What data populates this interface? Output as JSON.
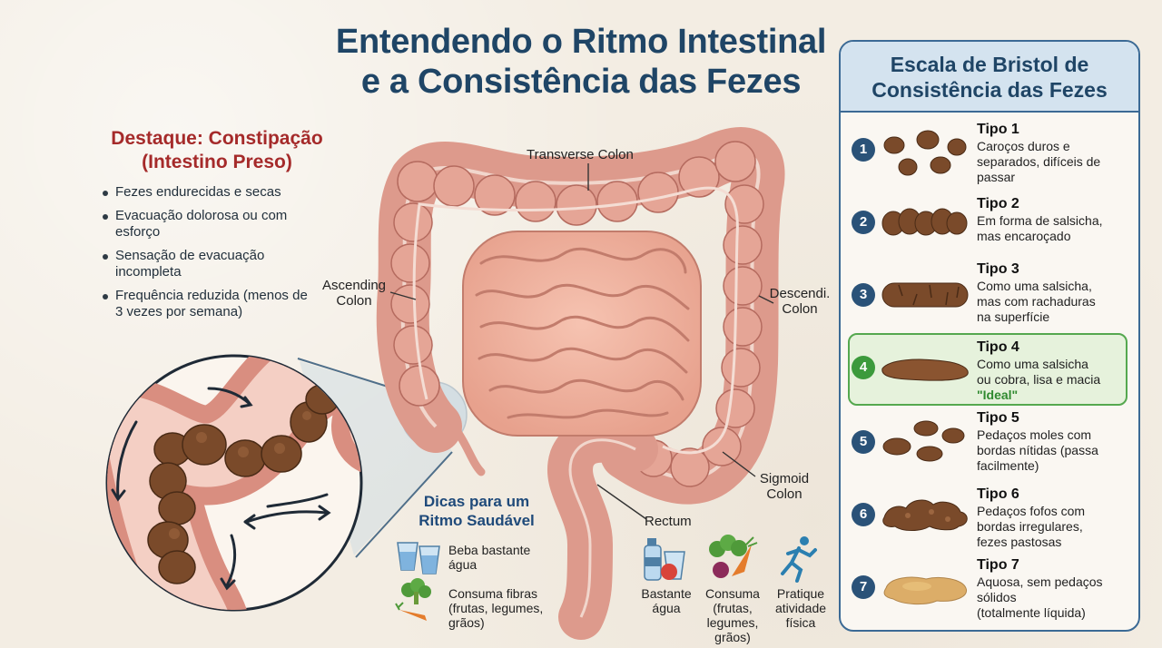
{
  "title": {
    "line1": "Entendendo o Ritmo Intestinal",
    "line2": "e a Consistência das Fezes"
  },
  "highlight": {
    "title_line1": "Destaque: Constipação",
    "title_line2": "(Intestino Preso)",
    "bullets": [
      "Fezes endurecidas e secas",
      "Evacuação dolorosa ou com esforço",
      "Sensação de evacuação incompleta",
      "Frequência reduzida (menos de 3 vezes por semana)"
    ]
  },
  "anatomy": {
    "transverse": "Transverse Colon",
    "ascending_1": "Ascending",
    "ascending_2": "Colon",
    "descending_1": "Descendi.",
    "descending_2": "Colon",
    "sigmoid_1": "Sigmoid",
    "sigmoid_2": "Colon",
    "rectum": "Rectum"
  },
  "tips": {
    "title_line1": "Dicas para um",
    "title_line2": "Ritmo Saudável",
    "left": [
      {
        "line1": "Beba bastante",
        "line2": "água",
        "line3": ""
      },
      {
        "line1": "Consuma fibras",
        "line2": "(frutas, legumes,",
        "line3": "grãos)"
      }
    ],
    "row": [
      {
        "line1": "Bastante",
        "line2": "água",
        "line3": "",
        "line4": ""
      },
      {
        "line1": "Consuma",
        "line2": "(frutas,",
        "line3": "legumes,",
        "line4": "grãos)"
      },
      {
        "line1": "Pratique",
        "line2": "atividade",
        "line3": "física",
        "line4": ""
      }
    ]
  },
  "bristol": {
    "title_line1": "Escala de Bristol de",
    "title_line2": "Consistência das Fezes",
    "types": [
      {
        "num": "1",
        "name": "Tipo 1",
        "l1": "Caroços duros e",
        "l2": "separados, difíceis de",
        "l3": "passar"
      },
      {
        "num": "2",
        "name": "Tipo 2",
        "l1": "Em forma de salsicha,",
        "l2": "mas encaroçado",
        "l3": ""
      },
      {
        "num": "3",
        "name": "Tipo 3",
        "l1": "Como uma salsicha,",
        "l2": "mas com rachaduras",
        "l3": "na superfície"
      },
      {
        "num": "4",
        "name": "Tipo 4",
        "l1": "Como uma salsicha",
        "l2": "ou cobra, lisa e macia",
        "l3": "\"Ideal\""
      },
      {
        "num": "5",
        "name": "Tipo 5",
        "l1": "Pedaços moles com",
        "l2": "bordas nítidas (passa",
        "l3": "facilmente)"
      },
      {
        "num": "6",
        "name": "Tipo 6",
        "l1": "Pedaços fofos com",
        "l2": "bordas irregulares,",
        "l3": "fezes pastosas"
      },
      {
        "num": "7",
        "name": "Tipo 7",
        "l1": "Aquosa, sem pedaços",
        "l2": "sólidos",
        "l3": "(totalmente líquida)"
      }
    ]
  },
  "colors": {
    "title": "#1f4566",
    "highlight": "#a52a2a",
    "ideal": "#2f8a2f",
    "colon": "#dd9a8c",
    "stool": "#7a4a2a"
  }
}
